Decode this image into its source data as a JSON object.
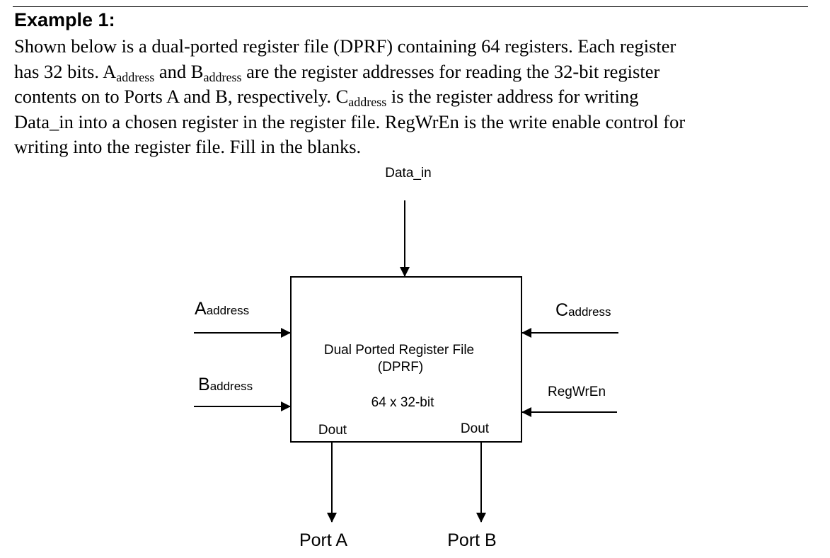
{
  "heading": "Example 1:",
  "paragraph": {
    "line1": "Shown below is a dual-ported register file (DPRF) containing 64 registers.  Each register",
    "line2_a": "has 32 bits.  A",
    "line2_a_sub": "address",
    "line2_b": " and B",
    "line2_b_sub": "address",
    "line2_c": " are the register addresses for reading the 32-bit register",
    "line3_a": "contents on to Ports A and B, respectively.  C",
    "line3_a_sub": "address",
    "line3_b": " is the register address for writing",
    "line4": "Data_in into a chosen register in the register file. RegWrEn is the write enable control for",
    "line5": "writing into the register file.  Fill in the blanks."
  },
  "diagram": {
    "data_in_label": "Data_in",
    "a_address": {
      "main": "A",
      "sub": "address"
    },
    "b_address": {
      "main": "B",
      "sub": "address"
    },
    "c_address": {
      "main": "C",
      "sub": "address"
    },
    "regwren_label": "RegWrEn",
    "block_title_1": "Dual Ported  Register File",
    "block_title_2": "(DPRF)",
    "block_size": "64 x 32-bit",
    "dout_left": "Dout",
    "dout_right": "Dout",
    "port_a": "Port A",
    "port_b": "Port B"
  },
  "colors": {
    "ink": "#000000",
    "background": "#ffffff"
  }
}
